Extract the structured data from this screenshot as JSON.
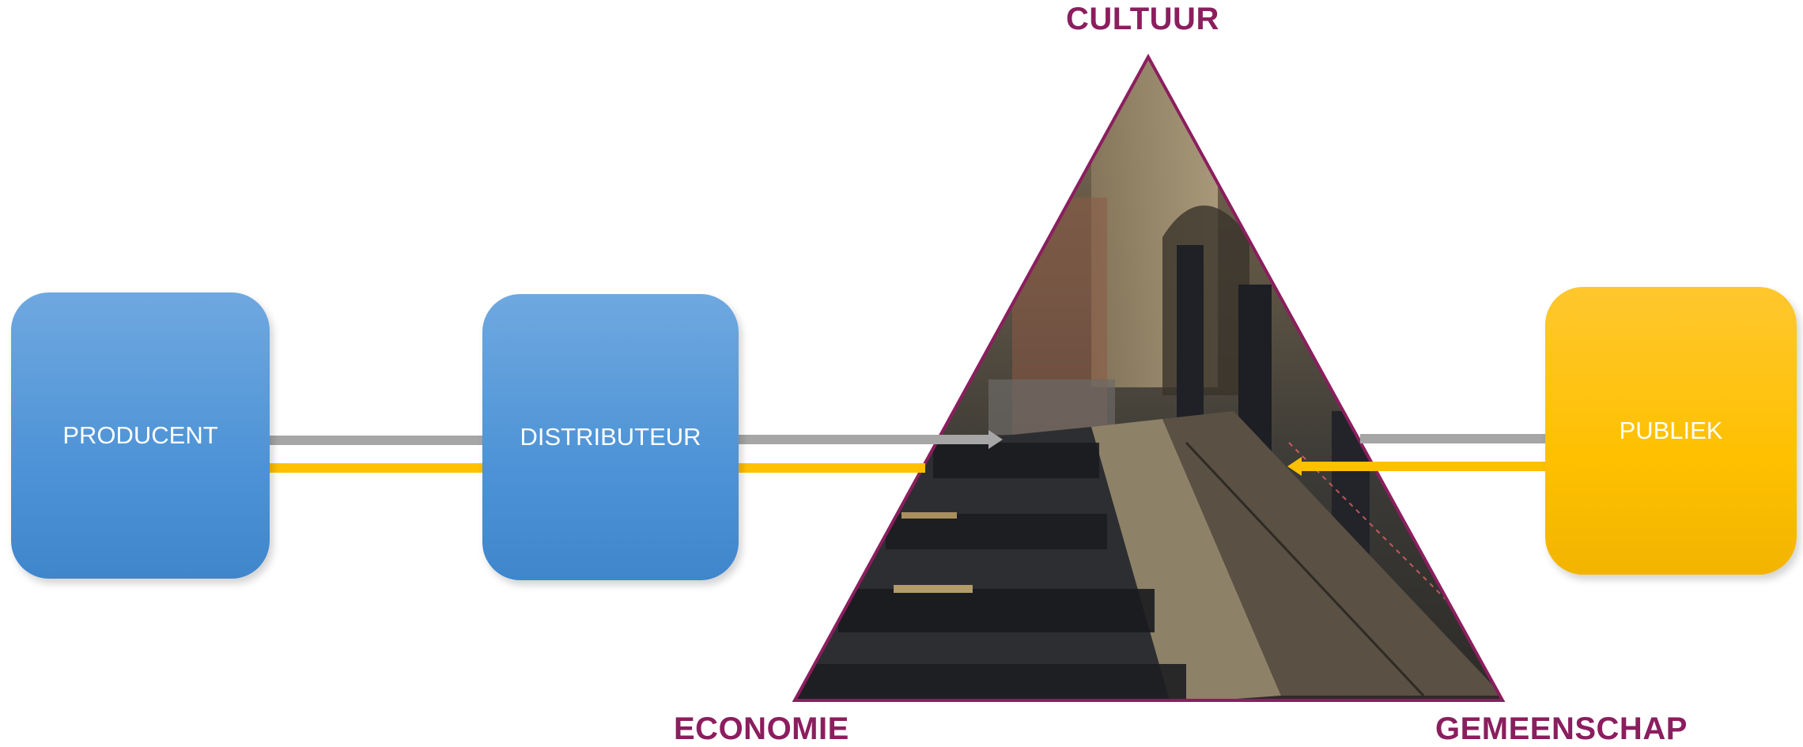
{
  "colors": {
    "triangle_outline": "#8b1e5e",
    "corner_label": "#8b1e5e",
    "flow_forward": "#a6a6a6",
    "flow_backward": "#ffc000",
    "box_blue": "#5b9bd5",
    "box_yellow": "#ffc000",
    "box_text": "#ffffff"
  },
  "nodes": {
    "producent": "PRODUCENT",
    "distributeur": "DISTRIBUTEUR",
    "publiek": "PUBLIEK"
  },
  "triangle": {
    "top_label": "CULTUUR",
    "left_label": "ECONOMIE",
    "right_label": "GEMEENSCHAP",
    "image_description_icon": "excavation-photo"
  }
}
